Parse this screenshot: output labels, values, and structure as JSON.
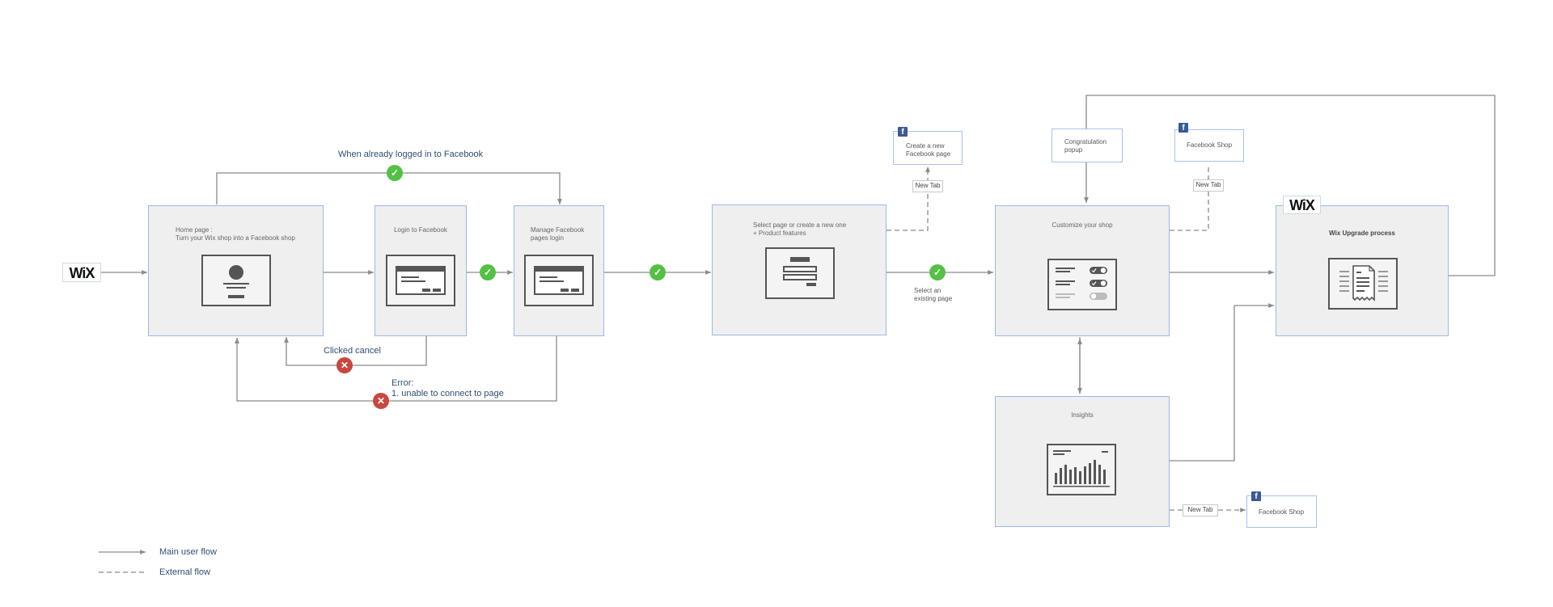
{
  "start_logo": "WiX",
  "top_path_label": "When already logged in to Facebook",
  "nodes": {
    "home": "Home page :\nTurn your Wix shop into a Facebook shop",
    "login": "Login to Facebook",
    "manage": "Manage Facebook\npages login",
    "select": "Select page or create a new one\n+ Product features",
    "customize": "Customize your shop",
    "upgrade": "Wix Upgrade process",
    "insights": "Insights"
  },
  "upgrade_logo": "WiX",
  "notes": {
    "create_page": "Create a new\nFacebook page",
    "congrats": "Congratulation\npopup",
    "fb_shop_top": "Facebook Shop",
    "fb_shop_bottom": "Facebook Shop"
  },
  "fb_icon_glyph": "f",
  "tags": {
    "new_tab_1": "New Tab",
    "new_tab_2": "New Tab",
    "new_tab_3": "New Tab"
  },
  "branch_labels": {
    "clicked_cancel": "Clicked cancel",
    "error": "Error:\n1. unable to connect to page",
    "select_existing": "Select an\nexisting page"
  },
  "legend": {
    "main": "Main user flow",
    "external": "External flow"
  },
  "colors": {
    "success": "#54c045",
    "error": "#c8473f",
    "facebook": "#3b5998",
    "box_border": "#9db8e6"
  }
}
